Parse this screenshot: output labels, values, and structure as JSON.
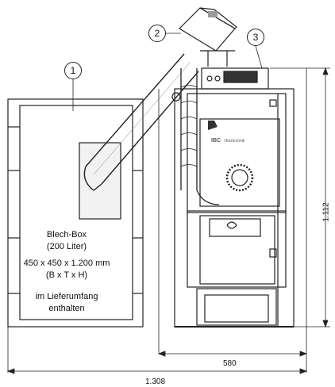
{
  "callouts": [
    "1",
    "2",
    "3"
  ],
  "box": {
    "line1": "Blech-Box",
    "line2": "(200 Liter)",
    "line3": "450 x 450 x 1.200 mm",
    "line4": "(B x T x H)",
    "line5": "im Lieferumfang",
    "line6": "enthalten"
  },
  "dimensions": {
    "height": "1.112",
    "width_unit": "580",
    "width_total": "1.308"
  },
  "brand": {
    "logo": "IBC",
    "text": "Heiztechnik"
  }
}
